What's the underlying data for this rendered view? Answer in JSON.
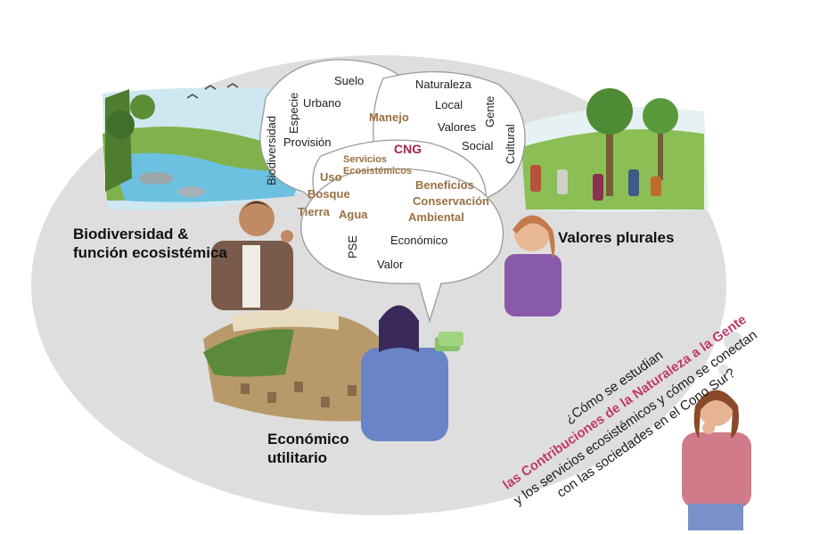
{
  "words": {
    "suelo": "Suelo",
    "naturaleza": "Naturaleza",
    "especie": "Especie",
    "urbano": "Urbano",
    "manejo": "Manejo",
    "local": "Local",
    "gente": "Gente",
    "biodiversidad": "Biodiversidad",
    "valores": "Valores",
    "cultural": "Cultural",
    "provision": "Provisión",
    "cng": "CNG",
    "social": "Social",
    "servicios_line1": "Servicios",
    "servicios_line2": "Ecosistémicos",
    "uso": "Uso",
    "beneficios": "Beneficios",
    "bosque": "Bosque",
    "conservacion": "Conservación",
    "tierra": "Tierra",
    "agua": "Agua",
    "ambiental": "Ambiental",
    "pse": "PSE",
    "economico": "Económico",
    "valor": "Valor"
  },
  "perspectives": {
    "biodiversidad_line1": "Biodiversidad &",
    "biodiversidad_line2": "función ecosistémica",
    "valores_plurales": "Valores plurales",
    "economico_line1": "Económico",
    "economico_line2": "utilitario"
  },
  "question": {
    "line1": "¿Cómo se estudian",
    "line2": "las Contribuciones de la Naturaleza a la Gente",
    "line3": "y los servicios ecosistémicos y cómo se conectan",
    "line4": "con las sociedades en el Cono Sur?"
  },
  "colors": {
    "thought_bubble": "#dcdcdc",
    "word_bubble": "#ffffff",
    "accent_tan": "#9a7040",
    "accent_crimson": "#a8244a",
    "question_highlight": "#c0396b"
  }
}
